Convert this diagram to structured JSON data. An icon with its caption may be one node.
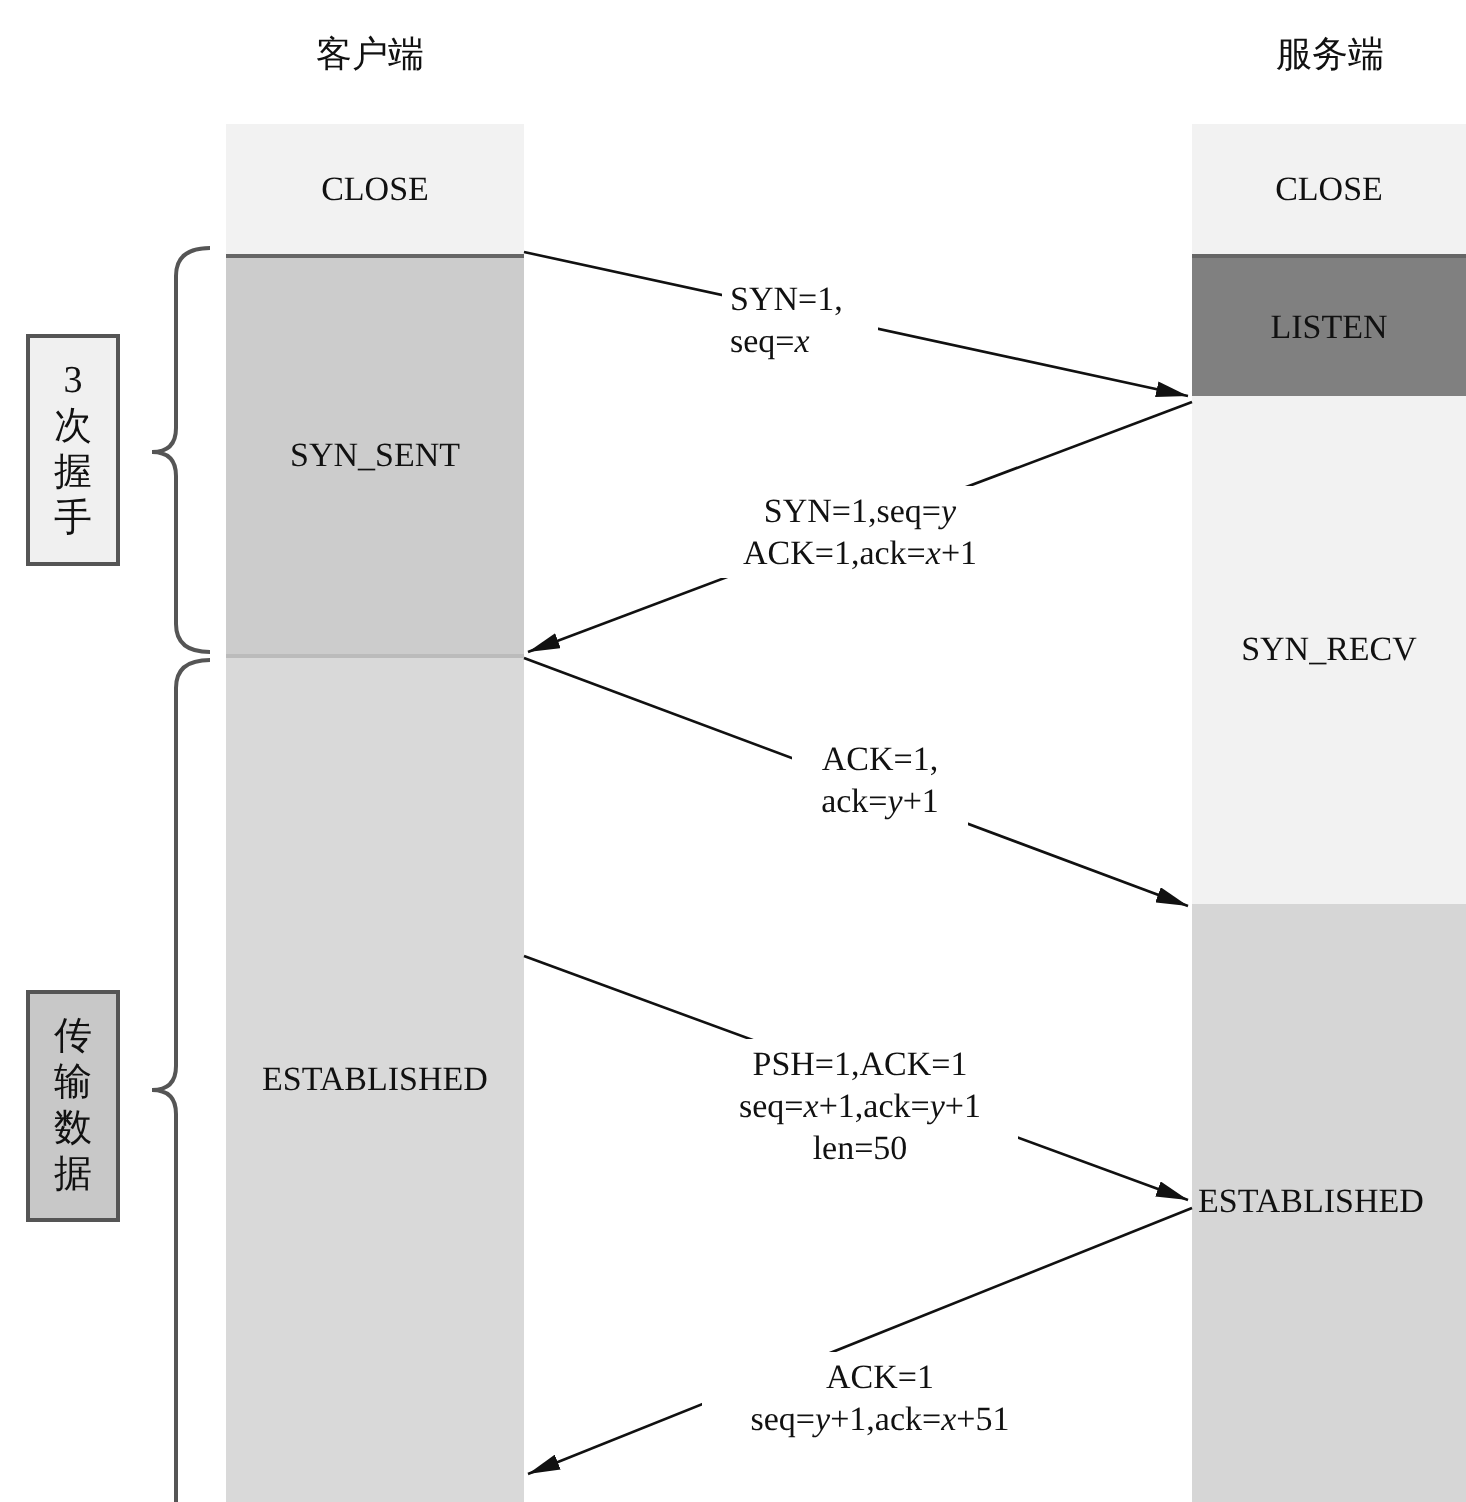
{
  "diagram": {
    "nodes": [
      {
        "text": [
          "CLOSE"
        ]
      },
      {
        "text": [
          "SYN_SENT"
        ]
      },
      {
        "text": [
          "ESTABLISHED"
        ]
      },
      {
        "text": [
          "CLOSE"
        ]
      },
      {
        "text": [
          "LISTEN"
        ]
      },
      {
        "text": [
          "SYN_RECV"
        ]
      },
      {
        "text": [
          "ESTABLISHED"
        ]
      },
      {
        "text": [
          "3次握手"
        ]
      },
      {
        "text": [
          "传输数据"
        ]
      }
    ],
    "edges": [
      {
        "from": 1,
        "to": 4,
        "arrow": "to",
        "label": "SYN=1, seq=*x*"
      },
      {
        "from": 5,
        "to": 2,
        "arrow": "to",
        "label": "SYN=1,seq=*y* ACK=1,ack=*x*+1"
      },
      {
        "from": 2,
        "to": 6,
        "arrow": "to",
        "label": "ACK=1, ack=*y*+1"
      },
      {
        "from": 2,
        "to": 6,
        "arrow": "to",
        "label": "PSH=1,ACK=1 seq=*x*+1,ack=*y*+1 len=50"
      },
      {
        "from": 6,
        "to": 2,
        "arrow": "to",
        "label": "ACK=1 seq=*y*+1,ack=*x*+51"
      }
    ],
    "labels": [
      "客户端",
      "服务端"
    ]
  }
}
